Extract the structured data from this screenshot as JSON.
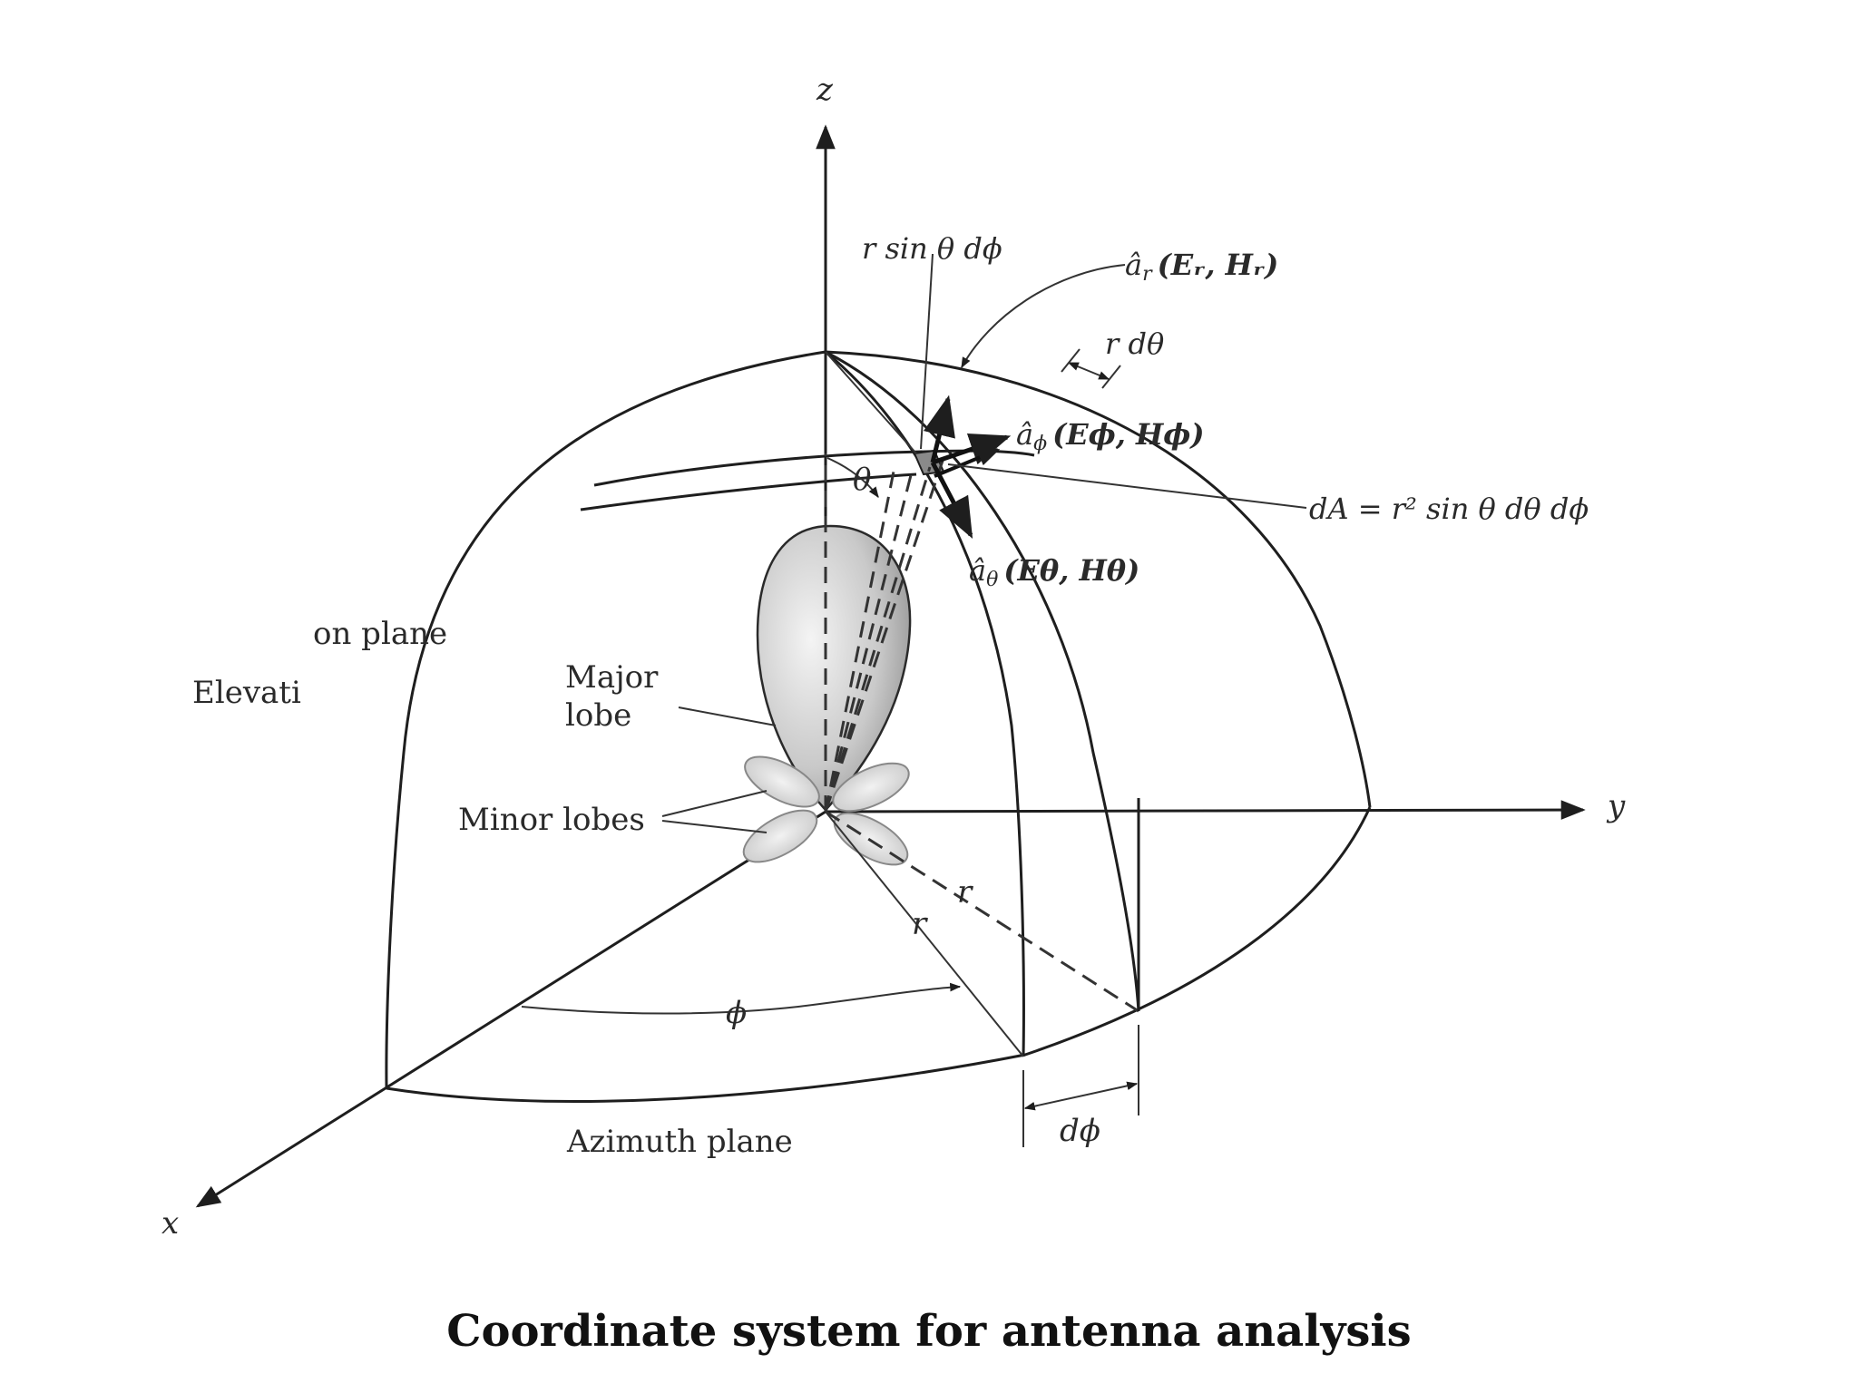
{
  "labels": {
    "axis_z": "z",
    "axis_y": "y",
    "axis_x": "x",
    "r_sin_theta_dphi": "r sin θ dϕ",
    "a_r": "â",
    "a_r_sub": "r",
    "a_r_fields": "(Eᵣ, Hᵣ)",
    "r_dtheta": "r dθ",
    "a_phi": "â",
    "a_phi_sub": "ϕ",
    "a_phi_fields": "(Eϕ, Hϕ)",
    "theta": "θ",
    "dA": "dA = r² sin θ dθ dϕ",
    "a_theta": "â",
    "a_theta_sub": "θ",
    "a_theta_fields": "(Eθ, Hθ)",
    "on_plane": "on plane",
    "elevati": "Elevati",
    "major": "Major",
    "lobe": "lobe",
    "minor_lobes": "Minor lobes",
    "r1": "r",
    "r2": "r",
    "phi": "ϕ",
    "azimuth_plane": "Azimuth plane",
    "dphi": "dϕ"
  },
  "caption": "Coordinate system for antenna analysis"
}
